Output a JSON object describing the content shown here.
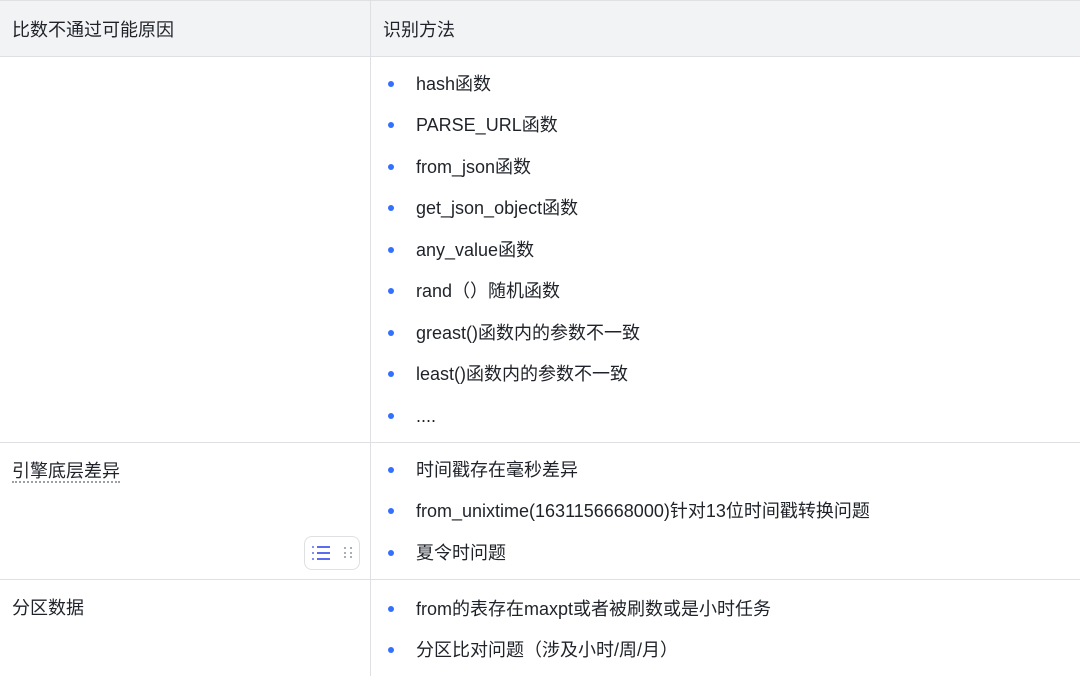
{
  "table": {
    "headers": [
      "比数不通过可能原因",
      "识别方法"
    ],
    "rows": [
      {
        "reason": "",
        "methods": [
          "hash函数",
          "PARSE_URL函数",
          "from_json函数",
          "get_json_object函数",
          "any_value函数",
          " rand（）随机函数",
          "greast()函数内的参数不一致",
          "least()函数内的参数不一致",
          "...."
        ]
      },
      {
        "reason": "引擎底层差异",
        "methods": [
          "时间戳存在毫秒差异",
          "from_unixtime(1631156668000)针对13位时间戳转换问题",
          "夏令时问题"
        ]
      },
      {
        "reason": "分区数据",
        "methods": [
          "from的表存在maxpt或者被刷数或是小时任务",
          "分区比对问题（涉及小时/周/月）"
        ]
      }
    ]
  },
  "floating_toolbar": {
    "icons": [
      "bulleted-list-icon",
      "drag-handle-icon"
    ]
  },
  "colors": {
    "header_bg": "#f2f3f5",
    "border": "#dee0e3",
    "bullet": "#3370ff",
    "toolbar_icon": "#5b6cf0"
  }
}
